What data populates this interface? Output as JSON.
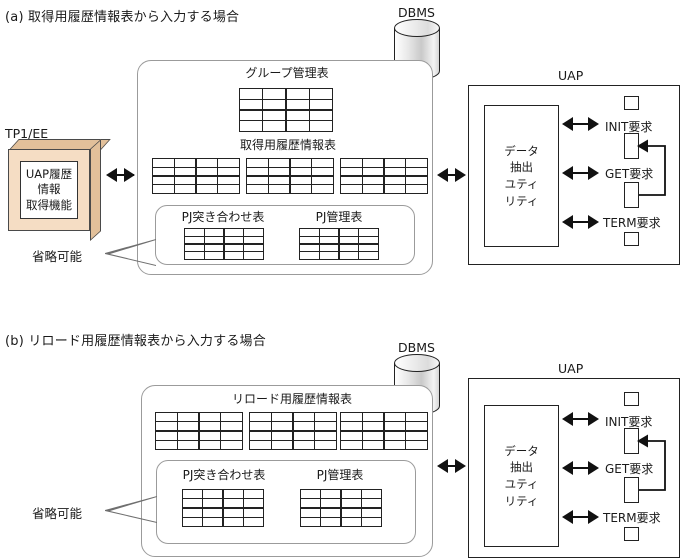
{
  "diagram": {
    "sections": [
      {
        "heading": "(a) 取得用履歴情報表から入力する場合",
        "tp1_label": "TP1/EE",
        "tp1_box_text": "UAP履歴\n情報\n取得機能",
        "dbms_label": "DBMS",
        "uap_label": "UAP",
        "omit_label": "省略可能",
        "tables": [
          {
            "title": "グループ管理表",
            "count": 1,
            "rows": 4,
            "cols": 4
          },
          {
            "title": "取得用履歴情報表",
            "count": 3,
            "rows": 4,
            "cols": 4
          }
        ],
        "inner_tables": [
          {
            "title": "PJ突き合わせ表",
            "rows": 4,
            "cols": 4
          },
          {
            "title": "PJ管理表",
            "rows": 4,
            "cols": 4
          }
        ],
        "requests": [
          "INIT要求",
          "GET要求",
          "TERM要求"
        ],
        "utility_text": "データ\n抽出\nユティ\nリティ"
      },
      {
        "heading": "(b) リロード用履歴情報表から入力する場合",
        "dbms_label": "DBMS",
        "uap_label": "UAP",
        "omit_label": "省略可能",
        "tables": [
          {
            "title": "リロード用履歴情報表",
            "count": 3,
            "rows": 4,
            "cols": 4
          }
        ],
        "inner_tables": [
          {
            "title": "PJ突き合わせ表",
            "rows": 4,
            "cols": 4
          },
          {
            "title": "PJ管理表",
            "rows": 4,
            "cols": 4
          }
        ],
        "requests": [
          "INIT要求",
          "GET要求",
          "TERM要求"
        ],
        "utility_text": "データ\n抽出\nユティ\nリティ"
      }
    ],
    "colors": {
      "box_front": "#f5ddc4",
      "box_shade": "#e2c09a",
      "outline": "#222222",
      "container_outline": "#9b9b9b"
    }
  }
}
